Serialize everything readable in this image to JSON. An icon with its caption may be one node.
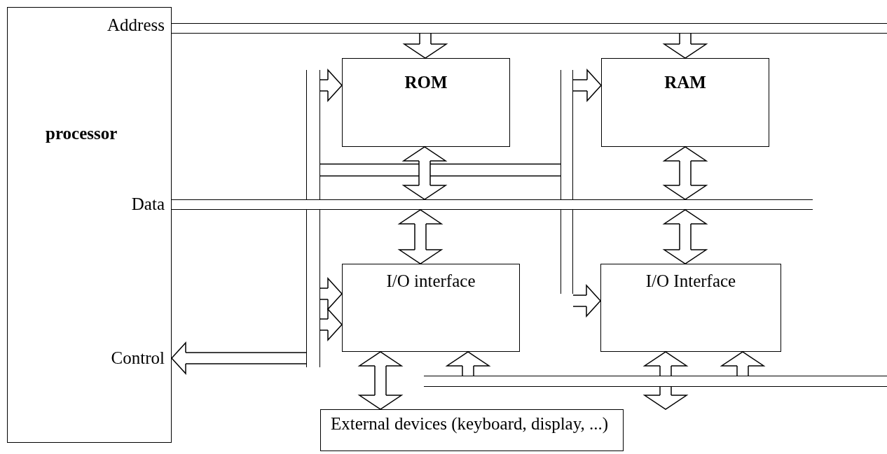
{
  "diagram": {
    "nodes": [
      {
        "text": [
          "processor"
        ]
      },
      {
        "text": [],
        "shape": "bar"
      },
      {
        "text": [
          "ROM"
        ]
      },
      {
        "text": [
          "RAM"
        ]
      },
      {
        "text": [],
        "shape": "bar"
      },
      {
        "text": [],
        "shape": "bar"
      },
      {
        "text": [],
        "shape": "bar"
      },
      {
        "text": [
          "I/O interface"
        ]
      },
      {
        "text": [
          "I/O Interface"
        ]
      },
      {
        "text": [],
        "shape": "bar"
      },
      {
        "text": [
          "External devices (keyboard, display, ...)"
        ]
      }
    ],
    "edges": [
      {
        "from": 1,
        "to": 2,
        "arrow": "to"
      },
      {
        "from": 1,
        "to": 3,
        "arrow": "to"
      },
      {
        "from": 4,
        "to": 2,
        "arrow": "to"
      },
      {
        "from": 5,
        "to": 3,
        "arrow": "to"
      },
      {
        "from": 4,
        "to": 5,
        "arrow": "none"
      },
      {
        "from": 2,
        "to": 6,
        "arrow": "both"
      },
      {
        "from": 3,
        "to": 6,
        "arrow": "both"
      },
      {
        "from": 6,
        "to": 7,
        "arrow": "both"
      },
      {
        "from": 6,
        "to": 8,
        "arrow": "both"
      },
      {
        "from": 4,
        "to": 7,
        "arrow": "to"
      },
      {
        "from": 4,
        "to": 7,
        "arrow": "to"
      },
      {
        "from": 5,
        "to": 8,
        "arrow": "to"
      },
      {
        "from": 4,
        "to": 0,
        "arrow": "to"
      },
      {
        "from": 7,
        "to": 10,
        "arrow": "both"
      },
      {
        "from": 9,
        "to": 7,
        "arrow": "to"
      },
      {
        "from": 9,
        "to": 8,
        "arrow": "to"
      },
      {
        "from": 9,
        "to": 8,
        "arrow": "to"
      },
      {
        "from": 9,
        "to": 10,
        "arrow": "to"
      }
    ],
    "labels": [
      "Address",
      "Data",
      "Control"
    ]
  }
}
